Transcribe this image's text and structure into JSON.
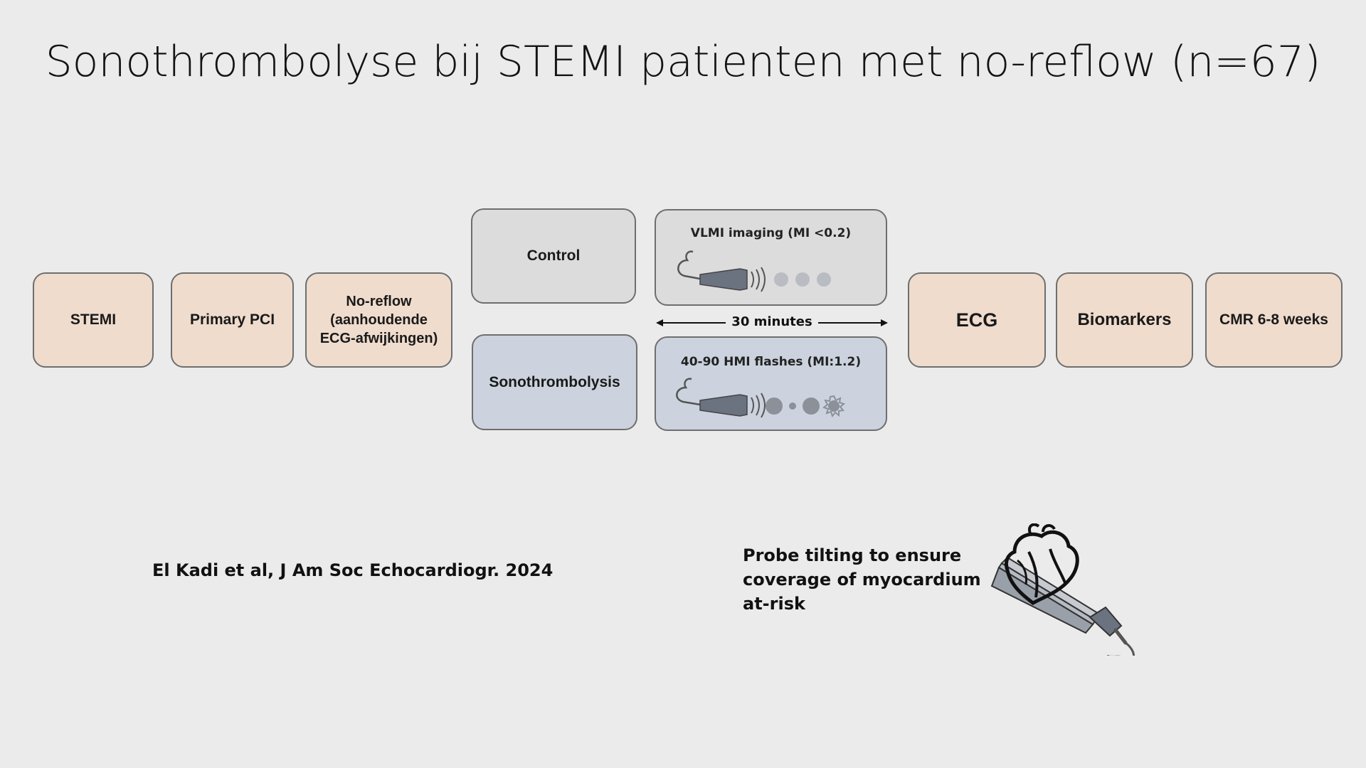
{
  "title": "Sonothrombolyse bij STEMI patienten met no-reflow (n=67)",
  "flow": {
    "stemi": "STEMI",
    "pci": "Primary PCI",
    "noreflow": "No-reflow (aanhoudende ECG-afwijkingen)",
    "control": "Control",
    "sono": "Sonothrombolysis",
    "ecg": "ECG",
    "biomarkers": "Biomarkers",
    "cmr": "CMR 6-8 weeks"
  },
  "panels": {
    "vlmi": "VLMI imaging (MI <0.2)",
    "hmi": "40-90 HMI flashes (MI:1.2)",
    "duration": "30 minutes"
  },
  "citation": "El Kadi et al, J Am Soc Echocardiogr. 2024",
  "probe_note": "Probe tilting to ensure coverage of myocardium at-risk",
  "colors": {
    "peach": "#efdccd",
    "control_grey": "#dcdcdc",
    "sono_blue": "#ccd3de",
    "border": "#6e6e6e"
  },
  "icons": [
    "ultrasound-probe-icon",
    "microbubble-icon",
    "heart-probe-icon",
    "arrow-icon"
  ]
}
